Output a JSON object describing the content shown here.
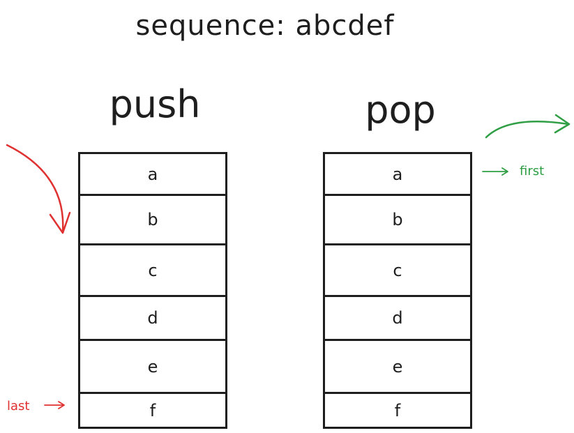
{
  "title": "sequence: abcdef",
  "push": {
    "label": "push",
    "cells": [
      "a",
      "b",
      "c",
      "d",
      "e",
      "f"
    ],
    "note": "last"
  },
  "pop": {
    "label": "pop",
    "cells": [
      "a",
      "b",
      "c",
      "d",
      "e",
      "f"
    ],
    "note": "first"
  },
  "colors": {
    "ink": "#1e1e1e",
    "push_arrow": "#e03131",
    "pop_arrow": "#2f9e44"
  }
}
